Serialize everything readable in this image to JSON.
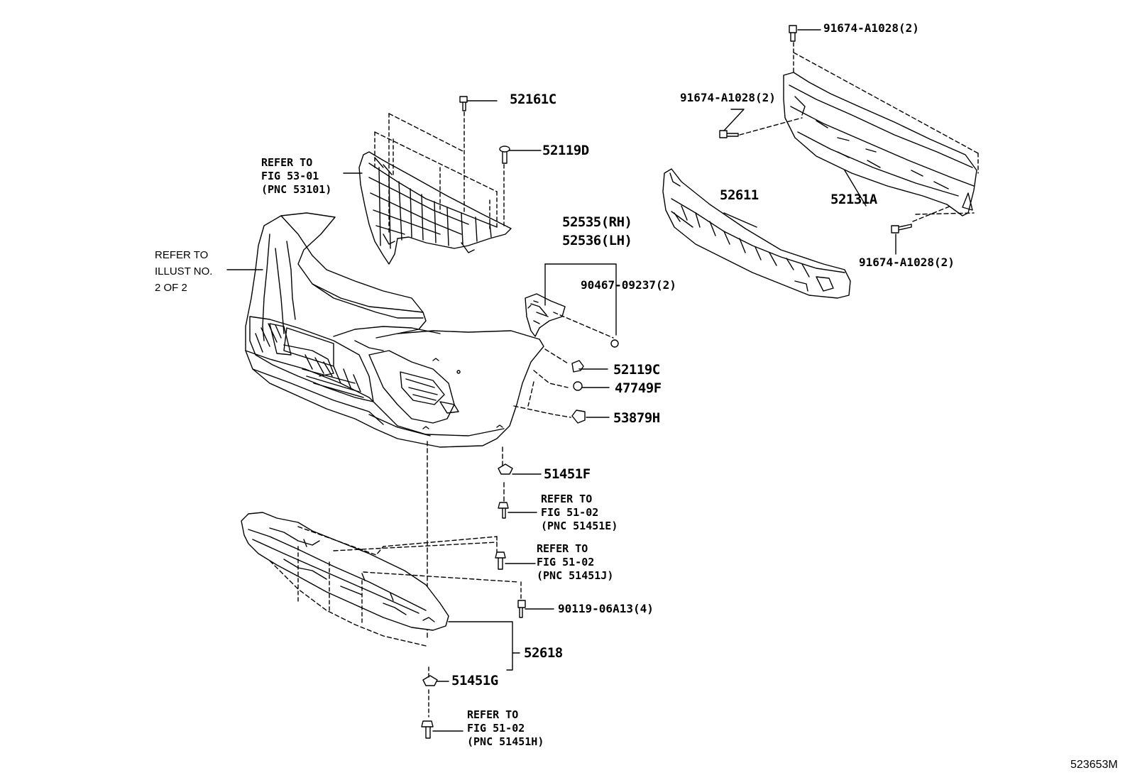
{
  "diagram": {
    "code": "523653M",
    "parts": {
      "p52161C": "52161C",
      "p52119D": "52119D",
      "p52535": "52535(RH)",
      "p52536": "52536(LH)",
      "p90467": "90467-09237(2)",
      "p52119C": "52119C",
      "p47749F": "47749F",
      "p53879H": "53879H",
      "p51451F": "51451F",
      "p90119": "90119-06A13(4)",
      "p52618": "52618",
      "p51451G": "51451G",
      "p91674_top": "91674-A1028(2)",
      "p91674_left": "91674-A1028(2)",
      "p91674_bottom": "91674-A1028(2)",
      "p52611": "52611",
      "p52131A": "52131A"
    },
    "refs": {
      "fig5301": {
        "l1": "REFER TO",
        "l2": "FIG 53-01",
        "l3": "(PNC 53101)"
      },
      "illust": {
        "l1": "REFER TO",
        "l2": "ILLUST NO.",
        "l3": "2 OF 2"
      },
      "fig5102e": {
        "l1": "REFER TO",
        "l2": "FIG 51-02",
        "l3": "(PNC 51451E)"
      },
      "fig5102j": {
        "l1": "REFER TO",
        "l2": "FIG 51-02",
        "l3": "(PNC 51451J)"
      },
      "fig5102h": {
        "l1": "REFER TO",
        "l2": "FIG 51-02",
        "l3": "(PNC 51451H)"
      }
    }
  }
}
